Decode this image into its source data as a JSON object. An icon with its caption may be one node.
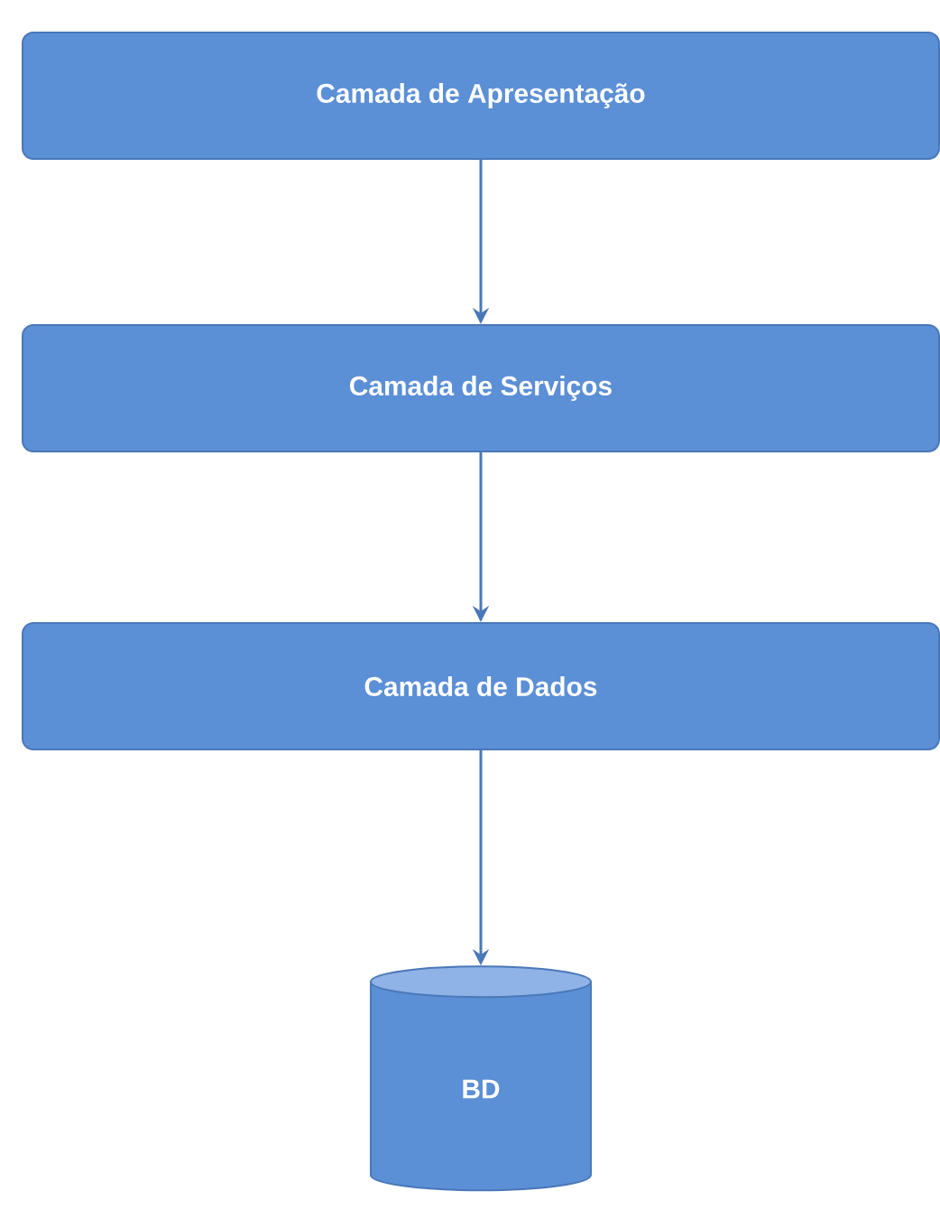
{
  "diagram": {
    "nodes": [
      {
        "text": [
          "Camada de Apresentação"
        ]
      },
      {
        "text": [
          "Camada de Serviços"
        ]
      },
      {
        "text": [
          "Camada de Dados"
        ]
      },
      {
        "text": [
          "BD"
        ]
      }
    ],
    "edges": [
      {
        "from": 0,
        "to": 1,
        "arrow": "to"
      },
      {
        "from": 1,
        "to": 2,
        "arrow": "to"
      },
      {
        "from": 2,
        "to": 3,
        "arrow": "to"
      }
    ]
  }
}
